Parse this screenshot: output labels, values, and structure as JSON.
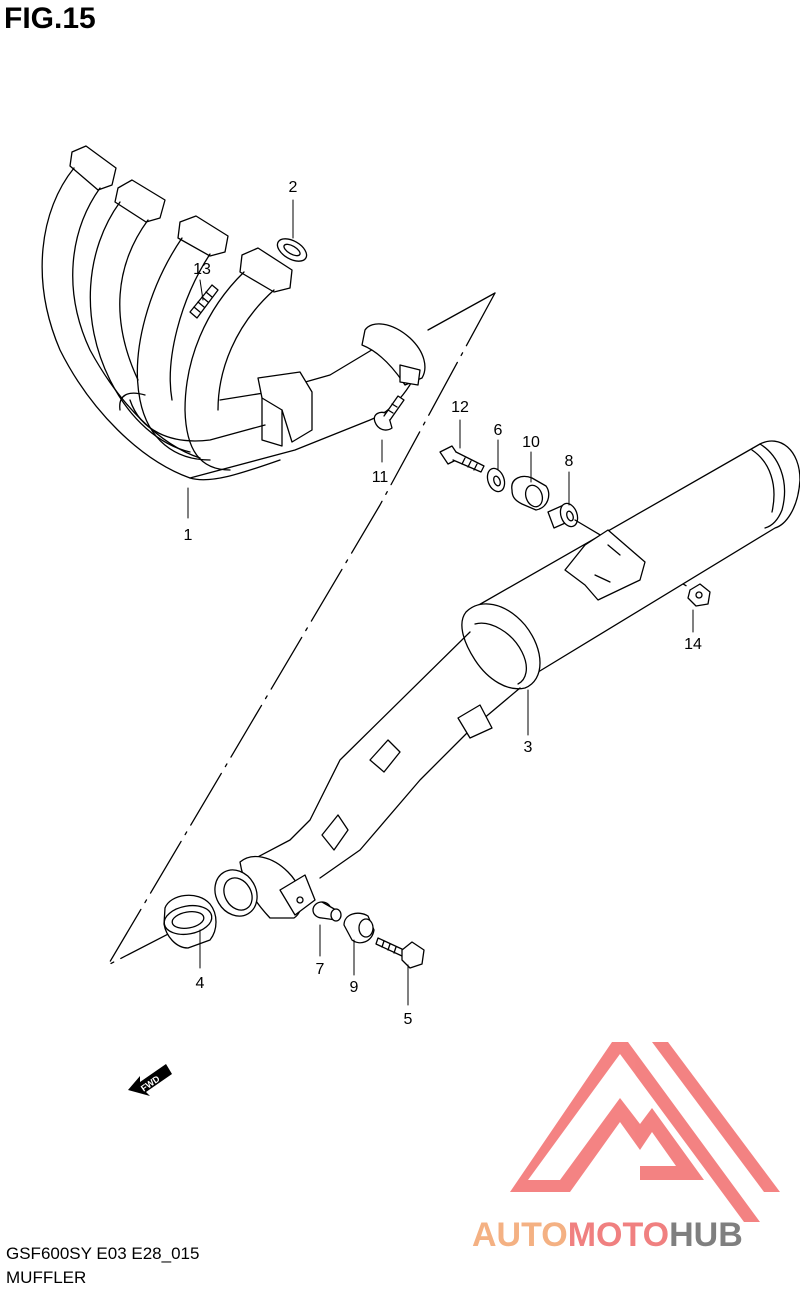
{
  "figure": {
    "title": "FIG.15",
    "code": "GSF600SY E03 E28_015",
    "name": "MUFFLER",
    "direction_label": "FWD"
  },
  "callouts": {
    "c1": "1",
    "c2": "2",
    "c3": "3",
    "c4": "4",
    "c5": "5",
    "c6": "6",
    "c7": "7",
    "c8": "8",
    "c9": "9",
    "c10": "10",
    "c11": "11",
    "c12": "12",
    "c13": "13",
    "c14": "14"
  },
  "watermark": {
    "part1": "AUTO",
    "part2": "MOTO",
    "part3": "HUB",
    "colors": {
      "auto": "#f4b183",
      "moto": "#f08080",
      "hub": "#7f7f7f"
    }
  }
}
